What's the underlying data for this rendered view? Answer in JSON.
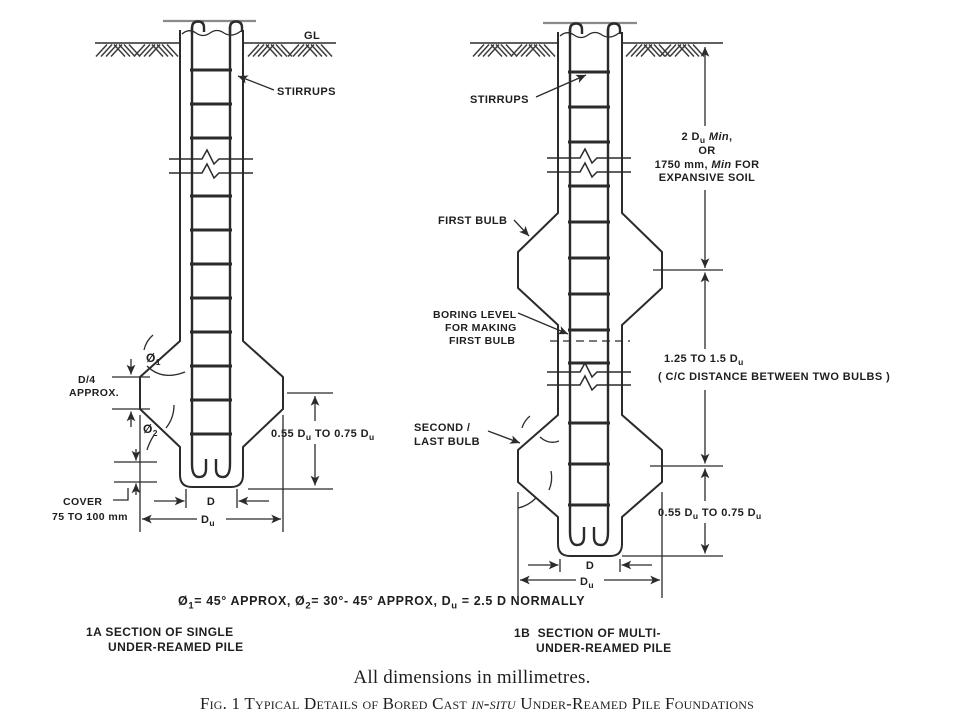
{
  "colors": {
    "ink": "#1e1e1e",
    "line": "#2b2b2b",
    "ground_line": "#4a4a4a",
    "reference_line": "#8a8a8a",
    "background": "#ffffff"
  },
  "ground": {
    "gl_label": "GL"
  },
  "single_pile": {
    "stirrups_label": "STIRRUPS",
    "d4_line1": "D/4",
    "d4_line2": "APPROX.",
    "phi1_symbol": "Ø",
    "phi1_sub": "1",
    "phi2_symbol": "Ø",
    "phi2_sub": "2",
    "bulb_height_pre": "0.55 D",
    "bulb_height_sub1": "u",
    "bulb_height_mid": " TO 0.75 D",
    "bulb_height_sub2": "u",
    "cover_line1": "COVER",
    "cover_line2": "75 TO 100 mm",
    "shaft_dia_label": "D",
    "bulb_dia_pre": "D",
    "bulb_dia_sub": "u",
    "caption_line1": "1A SECTION OF SINGLE",
    "caption_line2": "UNDER-REAMED PILE"
  },
  "multi_pile": {
    "stirrups_label": "STIRRUPS",
    "first_bulb_label": "FIRST BULB",
    "boring_line1": "BORING LEVEL",
    "boring_line2": "FOR MAKING",
    "boring_line3": "FIRST BULB",
    "second_bulb_line1": "SECOND /",
    "second_bulb_line2": "LAST BULB",
    "embed_l1_pre": "2 D",
    "embed_l1_sub": "u",
    "embed_l1_italic": " Min",
    "embed_l1_end": ",",
    "embed_l2": "OR",
    "embed_l3_pre": "1750 mm, ",
    "embed_l3_italic": "Min",
    "embed_l3_end": " FOR",
    "embed_l4": "EXPANSIVE SOIL",
    "spacing_l1_pre": "1.25 TO 1.5 D",
    "spacing_l1_sub": "u",
    "spacing_l2": "( C/C DISTANCE BETWEEN TWO BULBS )",
    "bulb_height_pre": "0.55 D",
    "bulb_height_sub1": "u",
    "bulb_height_mid": " TO 0.75 D",
    "bulb_height_sub2": "u",
    "shaft_dia_label": "D",
    "bulb_dia_pre": "D",
    "bulb_dia_sub": "u",
    "caption_line1": "1B  SECTION OF MULTI-",
    "caption_line2": "UNDER-REAMED PILE"
  },
  "formula": {
    "phi1_symbol": "Ø",
    "phi1_sub": "1",
    "seg1": "= 45° APPROX, Ø",
    "phi2_sub": "2",
    "seg2": "= 30°- 45° APPROX, D",
    "du_sub": "u",
    "seg3": " = 2.5 D NORMALLY"
  },
  "footer": {
    "units_note": "All dimensions in millimetres.",
    "fig_prefix": "Fig. 1 Typical Details of Bored Cast ",
    "fig_emphasis": "in-situ",
    "fig_suffix": " Under-Reamed Pile Foundations"
  }
}
